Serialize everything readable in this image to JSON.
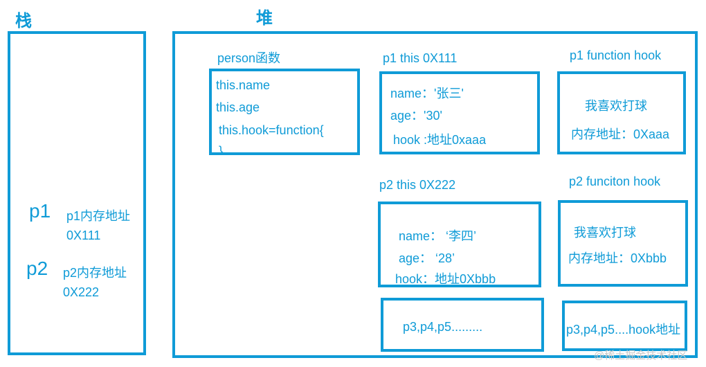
{
  "stack": {
    "title": "栈",
    "p1_var": "p1",
    "p1_addr_label": "p1内存地址",
    "p1_addr": "0X111",
    "p2_var": "p2",
    "p2_addr_label": "p2内存地址",
    "p2_addr": "0X222"
  },
  "heap": {
    "title": "堆",
    "person": {
      "label": "person函数",
      "lines": [
        "this.name",
        "this.age",
        "this.hook=function{",
        "}"
      ]
    },
    "p1_this": {
      "label": "p1 this 0X111",
      "lines": [
        "name：'张三'",
        "age：'30'",
        "hook :地址0xaaa"
      ]
    },
    "p1_hook": {
      "label": "p1 function hook",
      "lines": [
        "我喜欢打球",
        "内存地址：0Xaaa"
      ]
    },
    "p2_this": {
      "label": "p2 this 0X222",
      "lines": [
        "name：  ‘李四’",
        "age：  ‘28’",
        "hook：地址0Xbbb"
      ]
    },
    "p2_hook": {
      "label": "p2 funciton hook",
      "lines": [
        "我喜欢打球",
        "内存地址：0Xbbb"
      ]
    },
    "more_objects": "p3,p4,p5.........",
    "more_hooks": "p3,p4,p5....hook地址"
  },
  "watermark": "@稀土掘金技术社区",
  "colors": {
    "accent": "#0f9bd7",
    "background": "#ffffff"
  }
}
